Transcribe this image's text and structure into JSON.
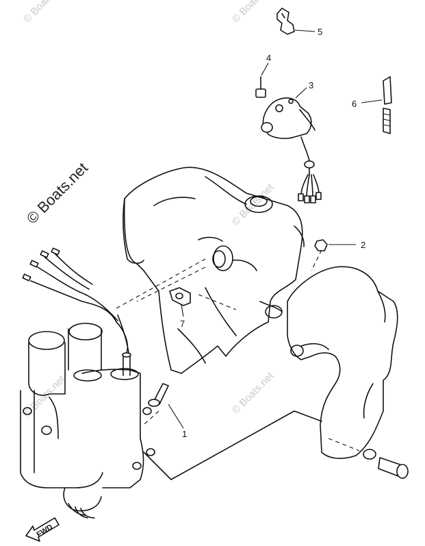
{
  "watermark_text": "© Boats.net",
  "watermark_large_text": "© Boats.net",
  "callouts": [
    {
      "label": "1"
    },
    {
      "label": "2"
    },
    {
      "label": "3"
    },
    {
      "label": "4"
    },
    {
      "label": "5"
    },
    {
      "label": "6"
    },
    {
      "label": "7"
    }
  ],
  "fwd_label": "FWD",
  "colors": {
    "line": "#111111",
    "watermark": "#c9c9c9",
    "background": "#ffffff"
  }
}
